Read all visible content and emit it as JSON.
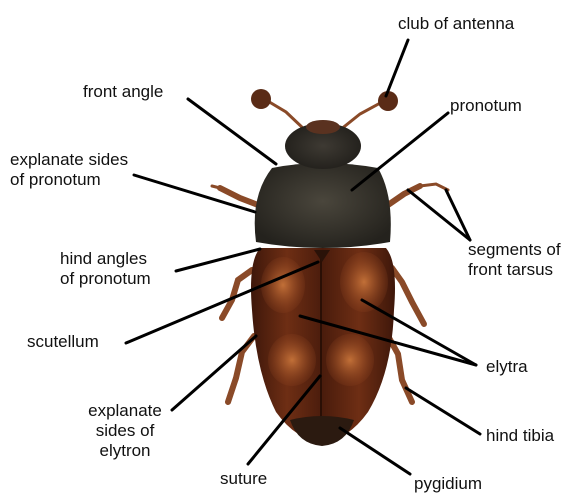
{
  "labels": {
    "club_of_antenna": "club of antenna",
    "front_angle": "front angle",
    "pronotum": "pronotum",
    "explanate_sides_pronotum": [
      "explanate sides",
      "of pronotum"
    ],
    "segments_front_tarsus": [
      "segments of",
      "front tarsus"
    ],
    "hind_angles_pronotum": [
      "hind angles",
      "of pronotum"
    ],
    "scutellum": "scutellum",
    "elytra": "elytra",
    "explanate_sides_elytron": [
      "explanate",
      "sides of",
      "elytron"
    ],
    "hind_tibia": "hind tibia",
    "suture": "suture",
    "pygidium": "pygidium"
  },
  "colors": {
    "label_text": "#111111",
    "leader_line": "#000000",
    "pronotum": "#3b3830",
    "elytra": "#6e2e14",
    "elytra_spot": "#b4622e",
    "legs": "#8a4a28"
  }
}
